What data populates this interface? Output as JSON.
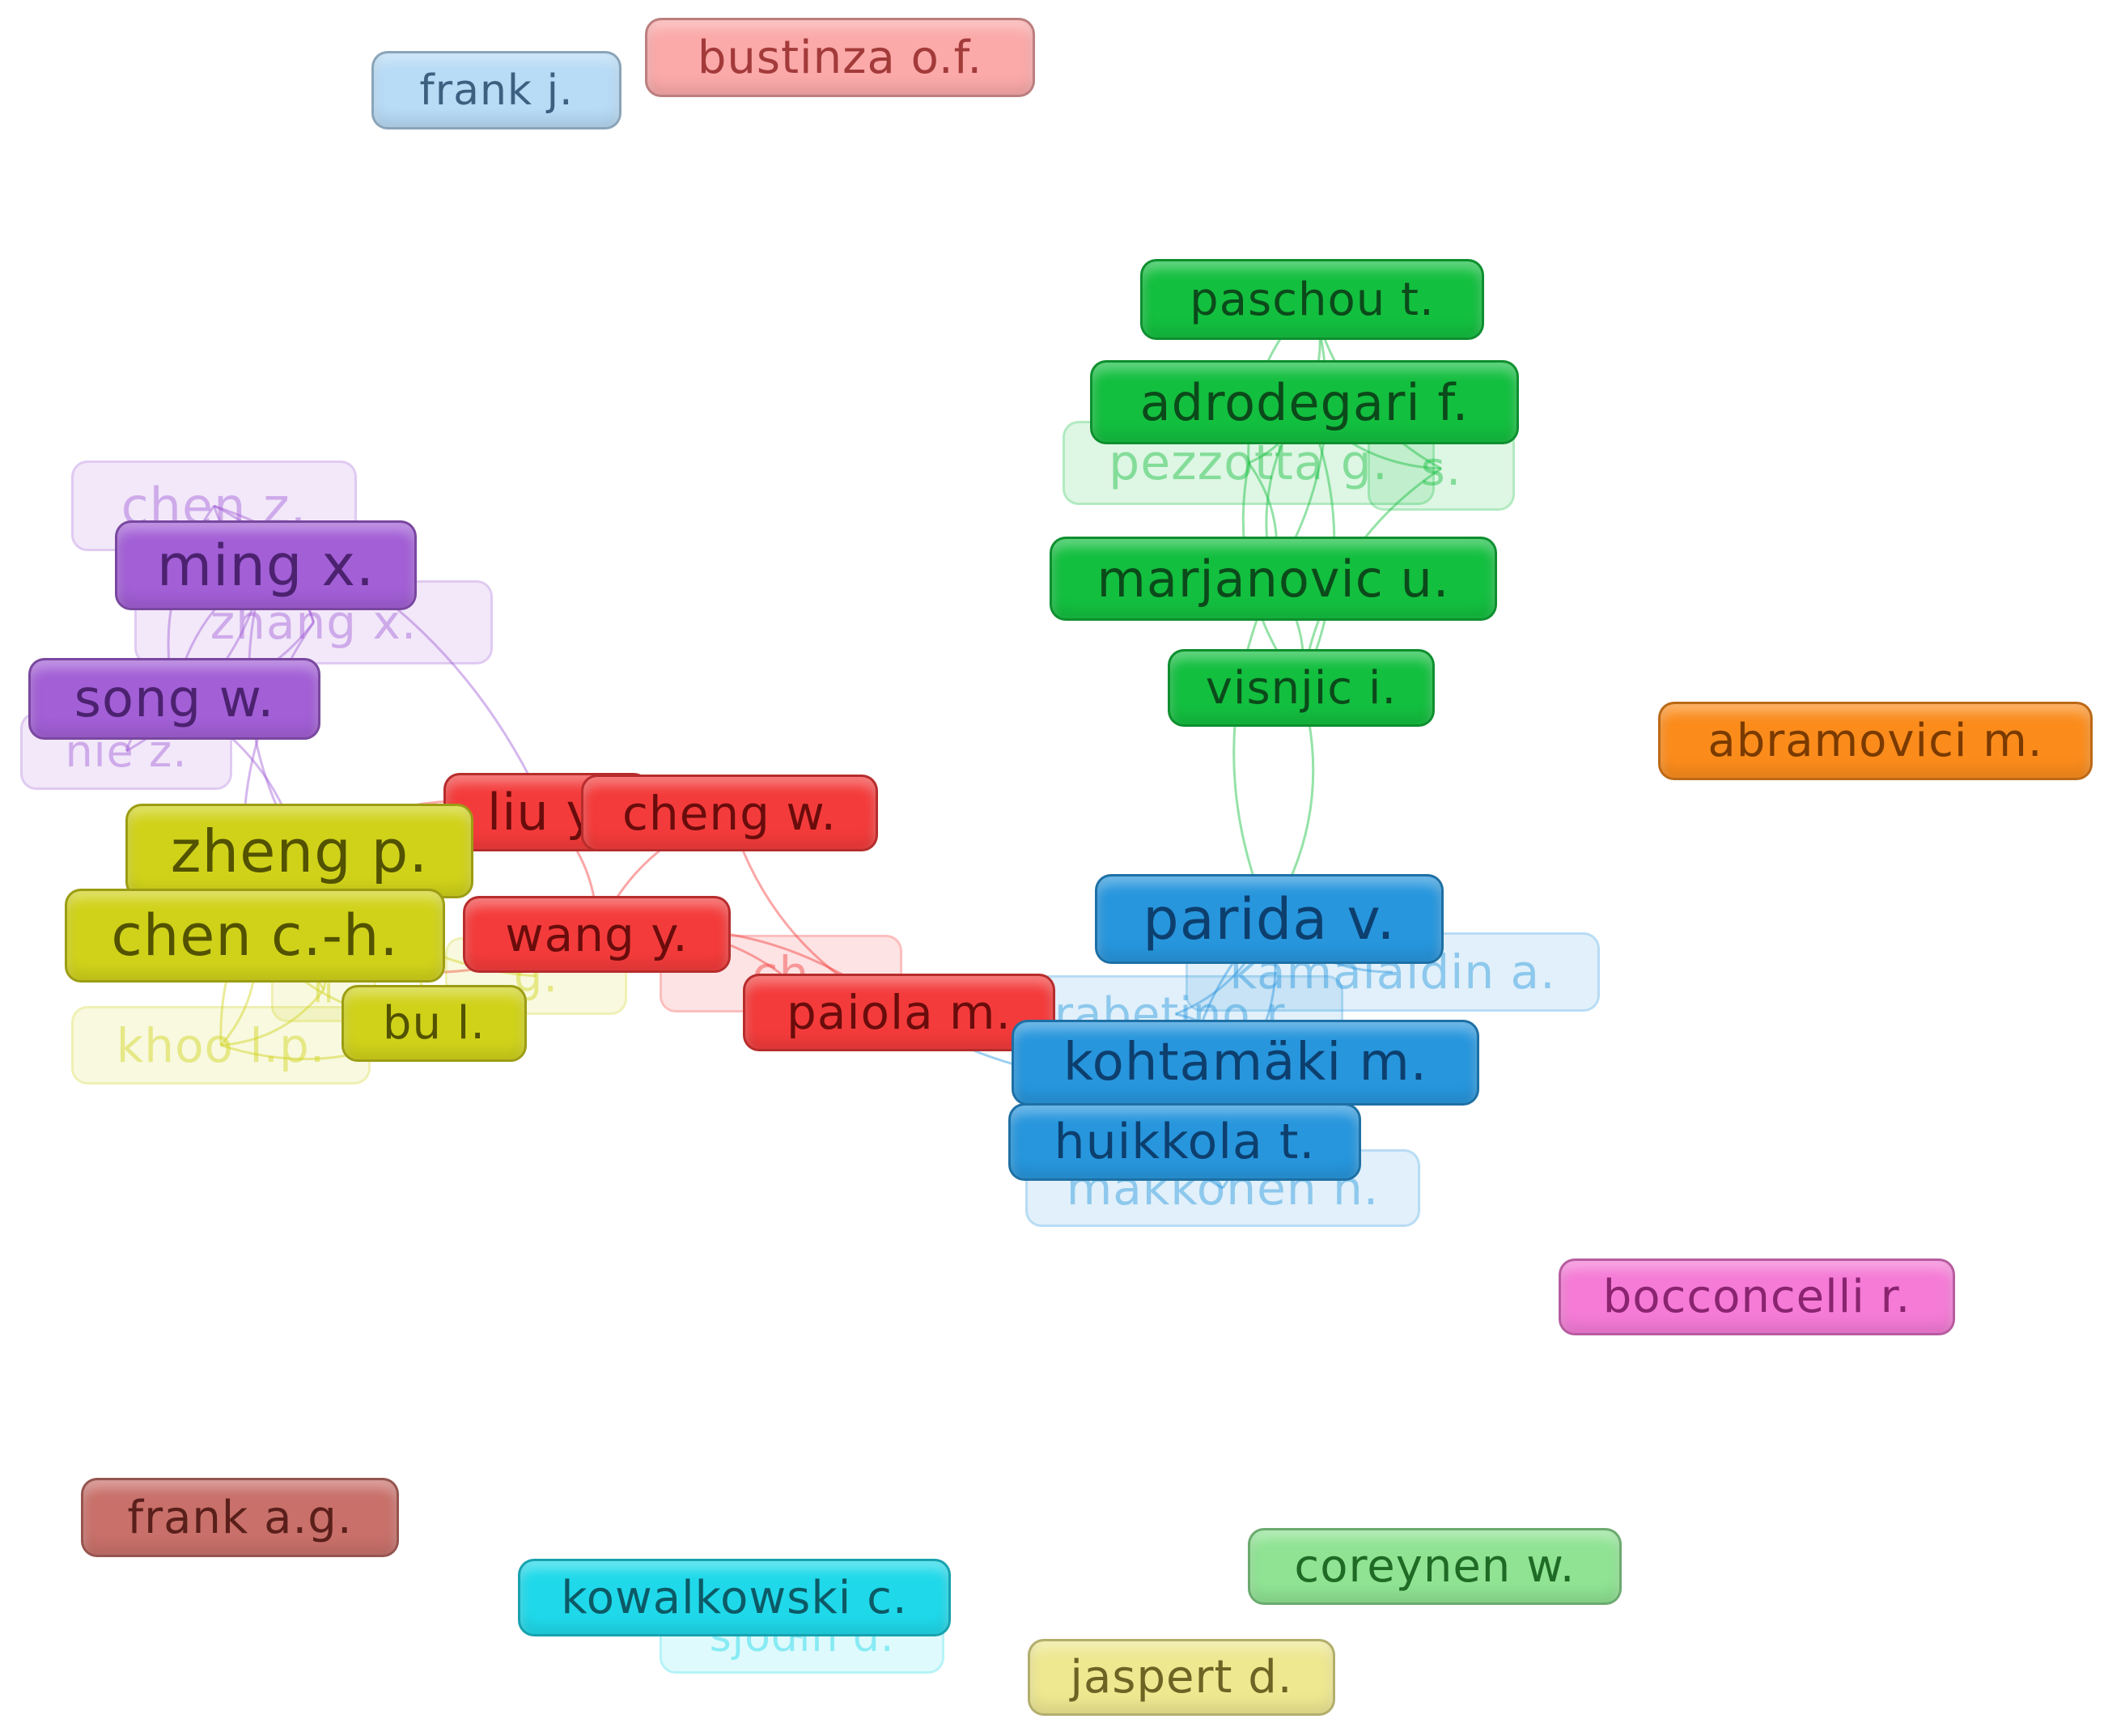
{
  "colors": {
    "purple": "#a25fd6",
    "yellow": "#d0d21a",
    "red": "#f43b3b",
    "green": "#13bf3f",
    "blue": "#2796dd",
    "orange": "#fb8c1c",
    "pink": "#f57bd6",
    "lightblue": "#b8dbf6",
    "salmon": "#fba9a9",
    "brown": "#c9706a",
    "cyan": "#1fd9ea",
    "lightgreen": "#8fe393",
    "khaki": "#eee891"
  },
  "nodes": [
    {
      "id": "frank_j",
      "label": "frank j.",
      "cluster": "lightblue"
    },
    {
      "id": "bustinza",
      "label": "bustinza o.f.",
      "cluster": "salmon"
    },
    {
      "id": "paschou",
      "label": "paschou t.",
      "cluster": "green"
    },
    {
      "id": "adrodegari",
      "label": "adrodegari f.",
      "cluster": "green"
    },
    {
      "id": "pezzotta",
      "label": "pezzotta g.",
      "cluster": "green",
      "faded": true
    },
    {
      "id": "green_s",
      "label": "s.",
      "cluster": "green",
      "faded": true
    },
    {
      "id": "marjanovic",
      "label": "marjanovic u.",
      "cluster": "green"
    },
    {
      "id": "visnjic",
      "label": "visnjic i.",
      "cluster": "green"
    },
    {
      "id": "abramovici",
      "label": "abramovici m.",
      "cluster": "orange"
    },
    {
      "id": "chen_z",
      "label": "chen z.",
      "cluster": "purple",
      "faded": true
    },
    {
      "id": "ming",
      "label": "ming x.",
      "cluster": "purple"
    },
    {
      "id": "zhang_x",
      "label": "zhang x.",
      "cluster": "purple",
      "faded": true
    },
    {
      "id": "song",
      "label": "song w.",
      "cluster": "purple"
    },
    {
      "id": "nie_z",
      "label": "nie z.",
      "cluster": "purple",
      "faded": true
    },
    {
      "id": "liu_y",
      "label": "liu y.",
      "cluster": "red"
    },
    {
      "id": "cheng",
      "label": "cheng w.",
      "cluster": "red"
    },
    {
      "id": "zheng",
      "label": "zheng p.",
      "cluster": "yellow"
    },
    {
      "id": "chen_ch",
      "label": "chen c.-h.",
      "cluster": "yellow"
    },
    {
      "id": "wang_y",
      "label": "wang y.",
      "cluster": "red"
    },
    {
      "id": "red_faded",
      "label": "ch",
      "cluster": "red",
      "faded": true
    },
    {
      "id": "yellow_faded",
      "label": "g.",
      "cluster": "yellow",
      "faded": true
    },
    {
      "id": "li",
      "label": "li",
      "cluster": "yellow",
      "faded": true
    },
    {
      "id": "bu",
      "label": "bu l.",
      "cluster": "yellow"
    },
    {
      "id": "khoo",
      "label": "khoo l.p.",
      "cluster": "yellow",
      "faded": true
    },
    {
      "id": "paiola",
      "label": "paiola m.",
      "cluster": "red"
    },
    {
      "id": "parida",
      "label": "parida v.",
      "cluster": "blue"
    },
    {
      "id": "kamalaldin",
      "label": "kamalaldin a.",
      "cluster": "blue",
      "faded": true
    },
    {
      "id": "rabetino",
      "label": "rabetino r.",
      "cluster": "blue",
      "faded": true
    },
    {
      "id": "kohtamaki",
      "label": "kohtamäki m.",
      "cluster": "blue"
    },
    {
      "id": "huikkola",
      "label": "huikkola t.",
      "cluster": "blue"
    },
    {
      "id": "makkonen",
      "label": "makkonen h.",
      "cluster": "blue",
      "faded": true
    },
    {
      "id": "bocconcelli",
      "label": "bocconcelli r.",
      "cluster": "pink"
    },
    {
      "id": "frank_ag",
      "label": "frank a.g.",
      "cluster": "brown"
    },
    {
      "id": "kowalkowski",
      "label": "kowalkowski c.",
      "cluster": "cyan"
    },
    {
      "id": "sjodin",
      "label": "sjödin d.",
      "cluster": "cyan",
      "faded": true
    },
    {
      "id": "coreynen",
      "label": "coreynen w.",
      "cluster": "lightgreen"
    },
    {
      "id": "jaspert",
      "label": "jaspert d.",
      "cluster": "khaki"
    }
  ],
  "links": [
    [
      "paschou",
      "adrodegari"
    ],
    [
      "paschou",
      "pezzotta"
    ],
    [
      "paschou",
      "marjanovic"
    ],
    [
      "paschou",
      "green_s"
    ],
    [
      "adrodegari",
      "pezzotta"
    ],
    [
      "adrodegari",
      "marjanovic"
    ],
    [
      "adrodegari",
      "visnjic"
    ],
    [
      "adrodegari",
      "green_s"
    ],
    [
      "pezzotta",
      "marjanovic"
    ],
    [
      "pezzotta",
      "visnjic"
    ],
    [
      "marjanovic",
      "visnjic"
    ],
    [
      "green_s",
      "visnjic"
    ],
    [
      "visnjic",
      "parida"
    ],
    [
      "marjanovic",
      "parida"
    ],
    [
      "parida",
      "kohtamaki"
    ],
    [
      "parida",
      "kamalaldin"
    ],
    [
      "parida",
      "rabetino"
    ],
    [
      "parida",
      "huikkola"
    ],
    [
      "kohtamaki",
      "huikkola"
    ],
    [
      "kohtamaki",
      "rabetino"
    ],
    [
      "kohtamaki",
      "makkonen"
    ],
    [
      "huikkola",
      "makkonen"
    ],
    [
      "kohtamaki",
      "paiola"
    ],
    [
      "paiola",
      "wang_y"
    ],
    [
      "paiola",
      "cheng"
    ],
    [
      "chen_z",
      "ming"
    ],
    [
      "chen_z",
      "zhang_x"
    ],
    [
      "chen_z",
      "song"
    ],
    [
      "ming",
      "zhang_x"
    ],
    [
      "ming",
      "song"
    ],
    [
      "ming",
      "nie_z"
    ],
    [
      "song",
      "nie_z"
    ],
    [
      "zhang_x",
      "song"
    ],
    [
      "ming",
      "zheng"
    ],
    [
      "chen_z",
      "liu_y"
    ],
    [
      "zhang_x",
      "chen_ch"
    ],
    [
      "song",
      "zheng"
    ],
    [
      "zheng",
      "chen_ch"
    ],
    [
      "zheng",
      "bu"
    ],
    [
      "zheng",
      "khoo"
    ],
    [
      "zheng",
      "li"
    ],
    [
      "chen_ch",
      "bu"
    ],
    [
      "chen_ch",
      "khoo"
    ],
    [
      "khoo",
      "bu"
    ],
    [
      "li",
      "khoo"
    ],
    [
      "zheng",
      "yellow_faded"
    ],
    [
      "chen_ch",
      "li"
    ],
    [
      "liu_y",
      "cheng"
    ],
    [
      "liu_y",
      "wang_y"
    ],
    [
      "cheng",
      "wang_y"
    ],
    [
      "wang_y",
      "red_faded"
    ],
    [
      "liu_y",
      "zheng"
    ],
    [
      "wang_y",
      "chen_ch"
    ],
    [
      "kowalkowski",
      "sjodin"
    ]
  ]
}
